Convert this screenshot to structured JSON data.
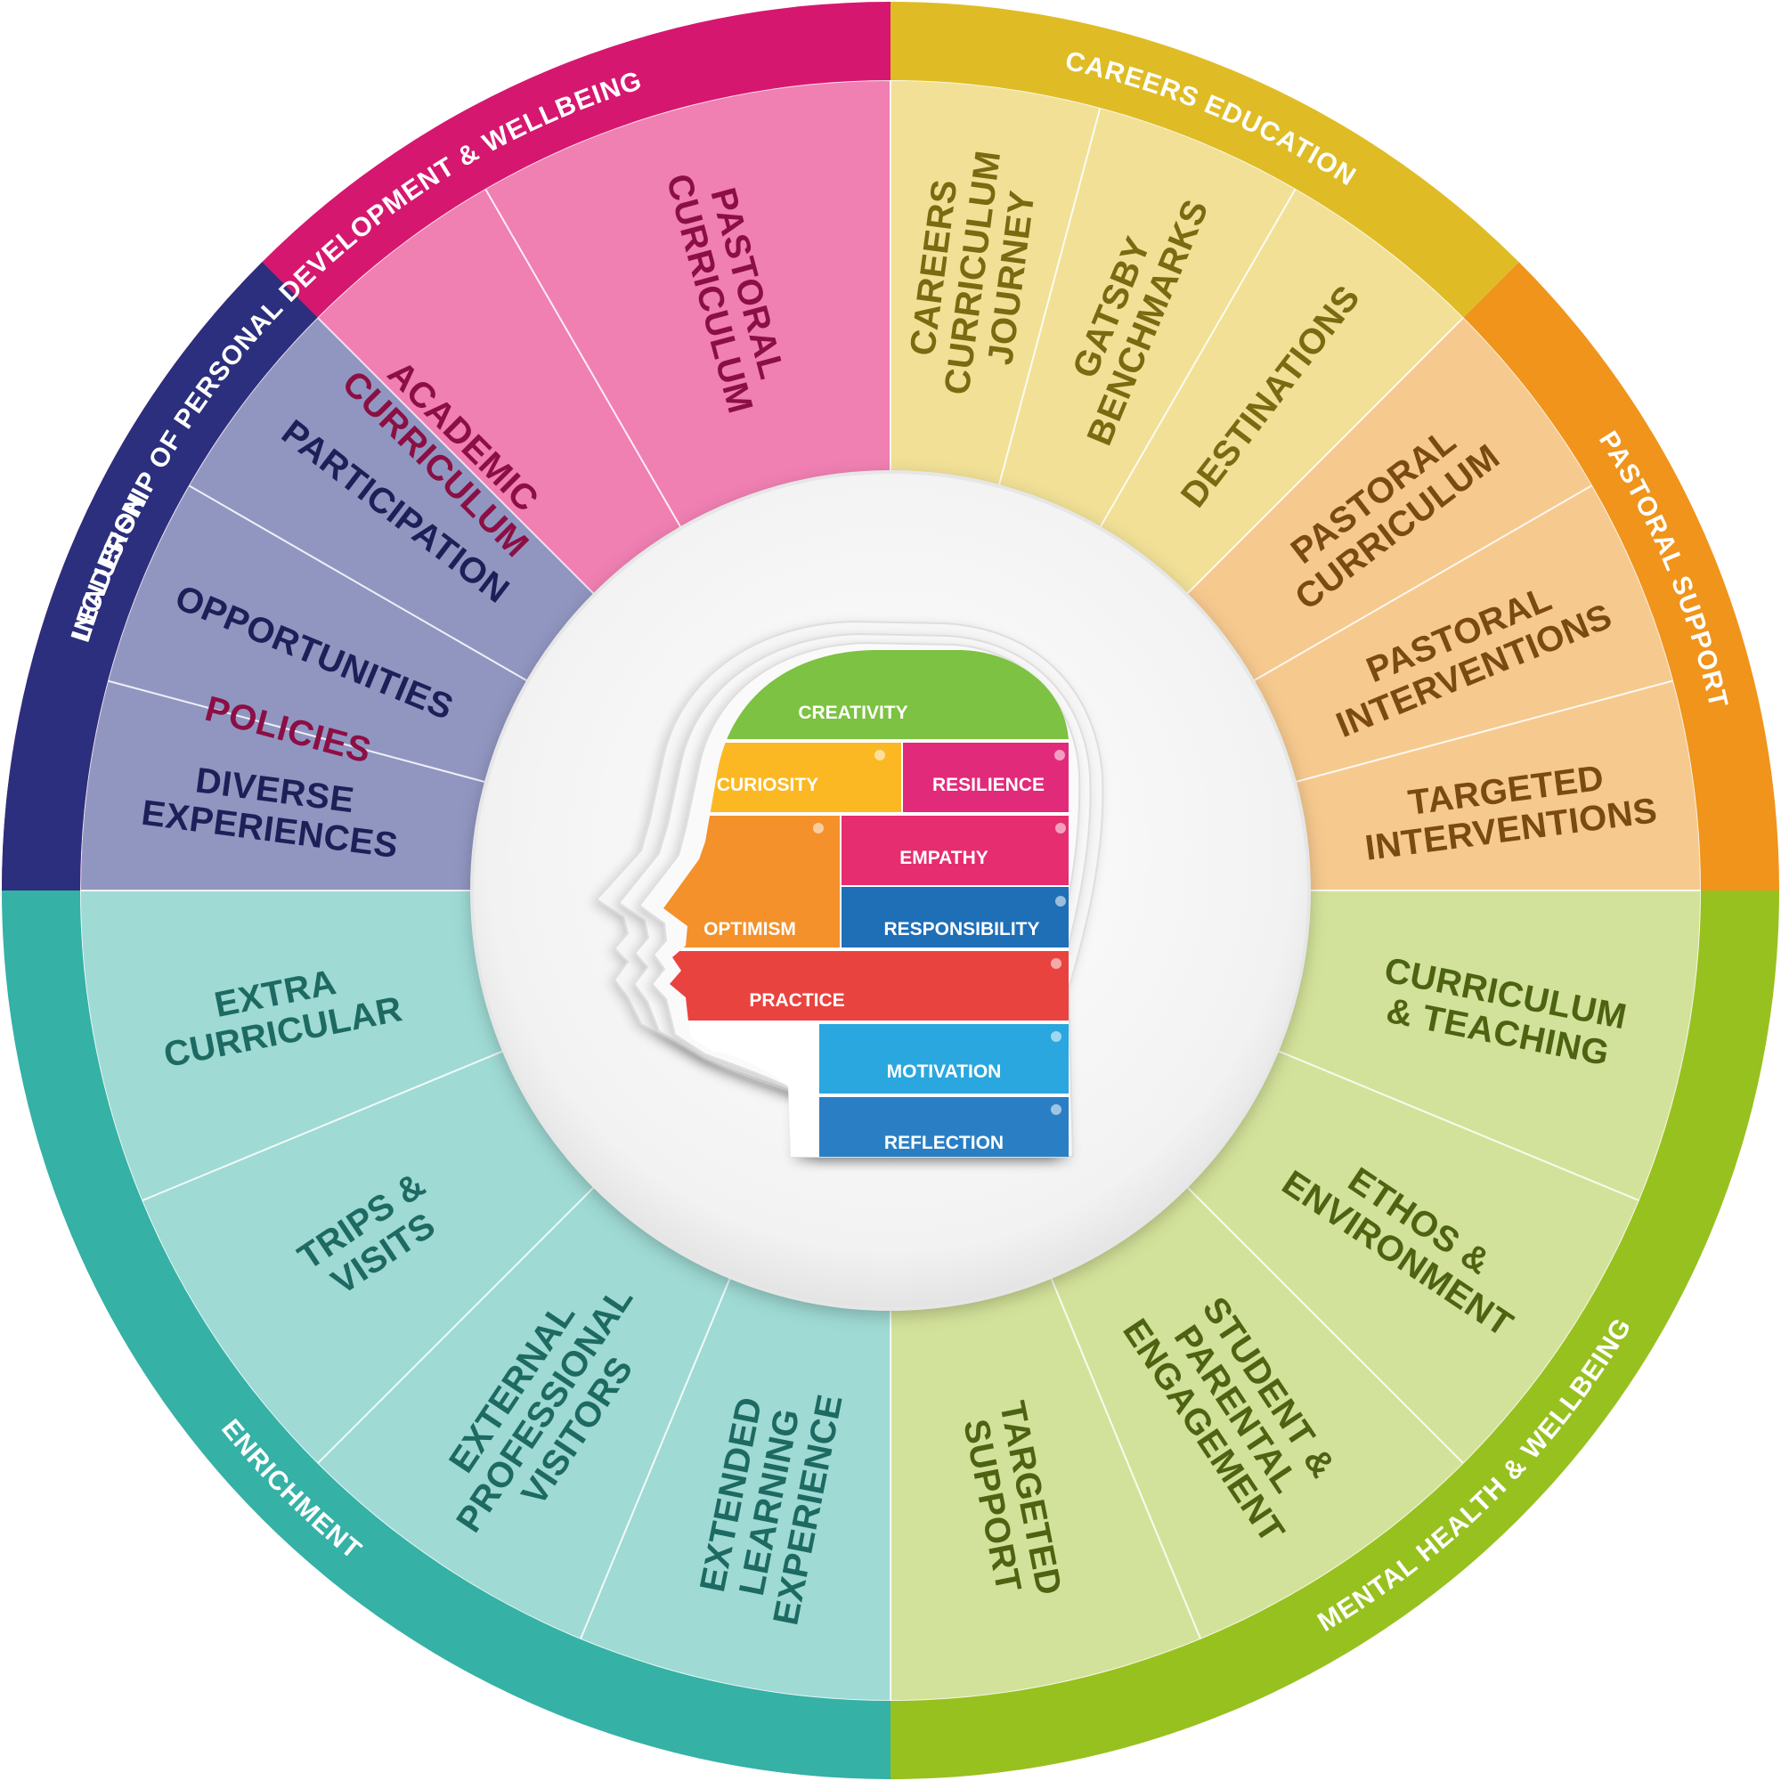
{
  "sectors": [
    {
      "title": "LEADERSHIP OF PERSONAL DEVELOPMENT & WELLBEING",
      "ring_color": "#d6176f",
      "segment_color": "#f07fb2",
      "text_color": "#8b0f44",
      "items": [
        {
          "lines": [
            "POLICIES"
          ]
        },
        {
          "lines": [
            "ACADEMIC",
            "CURRICULUM"
          ]
        },
        {
          "lines": [
            "PASTORAL",
            "CURRICULUM"
          ]
        }
      ]
    },
    {
      "title": "CAREERS EDUCATION",
      "ring_color": "#dfbc25",
      "segment_color": "#f1e096",
      "text_color": "#7a6a10",
      "items": [
        {
          "lines": [
            "CAREERS",
            "CURRICULUM",
            "JOURNEY"
          ]
        },
        {
          "lines": [
            "GATSBY",
            "BENCHMARKS"
          ]
        },
        {
          "lines": [
            "DESTINATIONS"
          ]
        }
      ]
    },
    {
      "title": "PASTORAL SUPPORT",
      "ring_color": "#f0941c",
      "segment_color": "#f6c98e",
      "text_color": "#7a4a12",
      "items": [
        {
          "lines": [
            "PASTORAL",
            "CURRICULUM"
          ]
        },
        {
          "lines": [
            "PASTORAL",
            "INTERVENTIONS"
          ]
        },
        {
          "lines": [
            "TARGETED",
            "INTERVENTIONS"
          ]
        }
      ]
    },
    {
      "title": "MENTAL HEALTH & WELLBEING",
      "ring_color": "#97c11f",
      "segment_color": "#d3e29a",
      "text_color": "#4d6312",
      "items": [
        {
          "lines": [
            "CURRICULUM",
            "& TEACHING"
          ]
        },
        {
          "lines": [
            "ETHOS &",
            "ENVIRONMENT"
          ]
        },
        {
          "lines": [
            "STUDENT &",
            "PARENTAL",
            "ENGAGEMENT"
          ]
        },
        {
          "lines": [
            "TARGETED",
            "SUPPORT"
          ]
        }
      ]
    },
    {
      "title": "ENRICHMENT",
      "ring_color": "#35b1a6",
      "segment_color": "#9fdad4",
      "text_color": "#1d6a63",
      "items": [
        {
          "lines": [
            "EXTENDED",
            "LEARNING",
            "EXPERIENCE"
          ]
        },
        {
          "lines": [
            "EXTERNAL",
            "PROFESSIONAL",
            "VISITORS"
          ]
        },
        {
          "lines": [
            "TRIPS &",
            "VISITS"
          ]
        },
        {
          "lines": [
            "EXTRA",
            "CURRICULAR"
          ]
        }
      ]
    },
    {
      "title": "INCLUSION",
      "ring_color": "#2b2f7d",
      "segment_color": "#9196c1",
      "text_color": "#1d2058",
      "items": [
        {
          "lines": [
            "DIVERSE",
            "EXPERIENCES"
          ]
        },
        {
          "lines": [
            "OPPORTUNITIES"
          ]
        },
        {
          "lines": [
            "PARTICIPATION"
          ]
        }
      ]
    }
  ],
  "head": {
    "blocks": [
      {
        "label": "CREATIVITY",
        "color": "#7dc242"
      },
      {
        "label": "CURIOSITY",
        "color": "#fbb823"
      },
      {
        "label": "RESILIENCE",
        "color": "#e22a7a"
      },
      {
        "label": "EMPATHY",
        "color": "#e52d6f"
      },
      {
        "label": "OPTIMISM",
        "color": "#f4912b"
      },
      {
        "label": "RESPONSIBILITY",
        "color": "#1f6fb7"
      },
      {
        "label": "PRACTICE",
        "color": "#e94340"
      },
      {
        "label": "MOTIVATION",
        "color": "#2aa7de"
      },
      {
        "label": "REFLECTION",
        "color": "#2a7fc4"
      }
    ]
  }
}
